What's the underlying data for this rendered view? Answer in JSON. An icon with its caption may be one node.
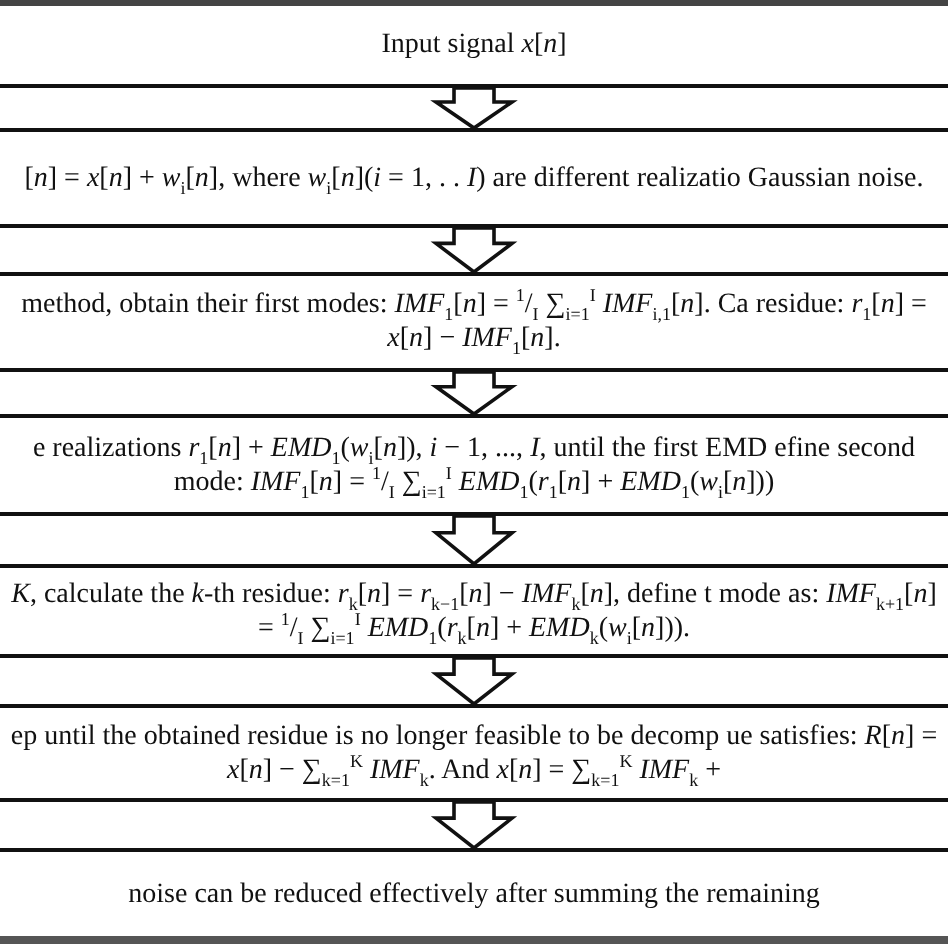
{
  "diagram": {
    "nodes": [
      {
        "text": [
          "Input signal *x*[*n*]"
        ]
      },
      {
        "text": [
          "[*n*] = *x*[*n*] + *w*$_{i}$[*n*], where *w*$_{i}$[*n*](*i* = 1, . . *I*) are different realizatio Gaussian noise."
        ]
      },
      {
        "text": [
          "method, obtain their first modes: *IMF*$_{1}$[*n*] = $^{1}$/$_{I}$ ∑$_{i=1}$$^{I}$ *IMF*$_{i,1}$[*n*]. Ca residue: *r*$_{1}$[*n*] = *x*[*n*] − *IMF*$_{1}$[*n*]."
        ]
      },
      {
        "text": [
          "e realizations *r*$_{1}$[*n*] + *EMD*$_{1}$(*w*$_{i}$[*n*]), *i* − 1, ..., *I*, until the first EMD efine second mode: *IMF*$_{1}$[*n*] = $^{1}$/$_{I}$ ∑$_{i=1}$$^{I}$ *EMD*$_{1}$(*r*$_{1}$[*n*] + *EMD*$_{1}$(*w*$_{i}$[*n*]))"
        ]
      },
      {
        "text": [
          "*K*, calculate the *k*-th residue: *r*$_{k}$[*n*] = *r*$_{k−1}$[*n*] − *IMF*$_{k}$[*n*], define t mode as: *IMF*$_{k+1}$[*n*] = $^{1}$/$_{I}$ ∑$_{i=1}$$^{I}$ *EMD*$_{1}$(*r*$_{k}$[*n*] + *EMD*$_{k}$(*w*$_{i}$[*n*]))."
        ]
      },
      {
        "text": [
          "ep until the obtained residue is no longer feasible to be decomp ue satisfies: *R*[*n*] = *x*[*n*] − ∑$_{k=1}$$^{K}$ *IMF*$_{k}$. And *x*[*n*] = ∑$_{k=1}$$^{K}$ *IMF*$_{k}$ +"
        ]
      },
      {
        "text": [
          "noise can be reduced effectively after summing the remaining"
        ]
      }
    ],
    "edges": [
      {
        "from": 0,
        "to": 1,
        "arrow": "to"
      },
      {
        "from": 1,
        "to": 2,
        "arrow": "to"
      },
      {
        "from": 2,
        "to": 3,
        "arrow": "to"
      },
      {
        "from": 3,
        "to": 4,
        "arrow": "to"
      },
      {
        "from": 4,
        "to": 5,
        "arrow": "to"
      },
      {
        "from": 5,
        "to": 6,
        "arrow": "to"
      }
    ]
  }
}
